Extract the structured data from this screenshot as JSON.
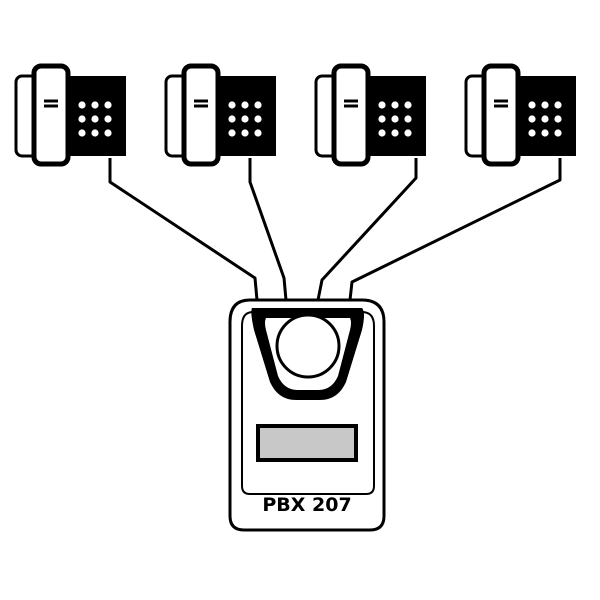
{
  "colors": {
    "background": "#ffffff",
    "ink": "#000000",
    "device_fill": "#ffffff",
    "display_fill": "#c8c8c8"
  },
  "pbx": {
    "label": "PBX 207",
    "icon": "pbx-unit-icon"
  },
  "phones": [
    {
      "icon": "desk-phone-icon",
      "keypad_buttons": 9
    },
    {
      "icon": "desk-phone-icon",
      "keypad_buttons": 9
    },
    {
      "icon": "desk-phone-icon",
      "keypad_buttons": 9
    },
    {
      "icon": "desk-phone-icon",
      "keypad_buttons": 9
    }
  ],
  "connections": [
    {
      "from": "phone-1",
      "to": "pbx"
    },
    {
      "from": "phone-2",
      "to": "pbx"
    },
    {
      "from": "phone-3",
      "to": "pbx"
    },
    {
      "from": "phone-4",
      "to": "pbx"
    }
  ]
}
